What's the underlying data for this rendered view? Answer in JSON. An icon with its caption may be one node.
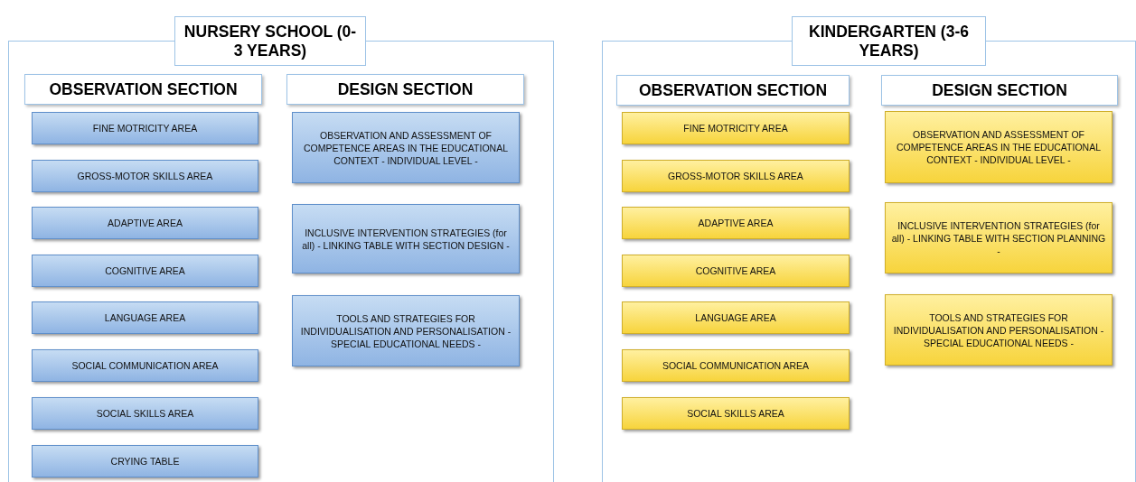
{
  "diagram": {
    "nodes": [
      {
        "text": [
          "NURSERY SCHOOL (0-3 YEARS)"
        ]
      },
      {
        "text": [
          "OBSERVATION SECTION"
        ],
        "in": 0
      },
      {
        "text": [
          "FINE MOTRICITY AREA"
        ],
        "in": 0
      },
      {
        "text": [
          "GROSS-MOTOR SKILLS AREA"
        ],
        "in": 0
      },
      {
        "text": [
          "ADAPTIVE AREA"
        ],
        "in": 0
      },
      {
        "text": [
          "COGNITIVE AREA"
        ],
        "in": 0
      },
      {
        "text": [
          "LANGUAGE AREA"
        ],
        "in": 0
      },
      {
        "text": [
          "SOCIAL COMMUNICATION AREA"
        ],
        "in": 0
      },
      {
        "text": [
          "SOCIAL SKILLS AREA"
        ],
        "in": 0
      },
      {
        "text": [
          "CRYING TABLE"
        ],
        "in": 0
      },
      {
        "text": [
          "DESIGN SECTION"
        ],
        "in": 0
      },
      {
        "text": [
          "OBSERVATION AND ASSESSMENT OF COMPETENCE AREAS IN THE EDUCATIONAL CONTEXT - INDIVIDUAL LEVEL -"
        ],
        "in": 0
      },
      {
        "text": [
          "INCLUSIVE INTERVENTION STRATEGIES (for all) - LINKING TABLE WITH SECTION DESIGN -"
        ],
        "in": 0
      },
      {
        "text": [
          "TOOLS AND STRATEGIES FOR INDIVIDUALISATION AND PERSONALISATION - SPECIAL EDUCATIONAL NEEDS -"
        ],
        "in": 0
      },
      {
        "text": [
          "KINDERGARTEN (3-6 YEARS)"
        ]
      },
      {
        "text": [
          "OBSERVATION SECTION"
        ],
        "in": 14
      },
      {
        "text": [
          "FINE MOTRICITY AREA"
        ],
        "in": 14
      },
      {
        "text": [
          "GROSS-MOTOR SKILLS AREA"
        ],
        "in": 14
      },
      {
        "text": [
          "ADAPTIVE AREA"
        ],
        "in": 14
      },
      {
        "text": [
          "COGNITIVE AREA"
        ],
        "in": 14
      },
      {
        "text": [
          "LANGUAGE AREA"
        ],
        "in": 14
      },
      {
        "text": [
          "SOCIAL COMMUNICATION AREA"
        ],
        "in": 14
      },
      {
        "text": [
          "SOCIAL SKILLS AREA"
        ],
        "in": 14
      },
      {
        "text": [
          "DESIGN SECTION"
        ],
        "in": 14
      },
      {
        "text": [
          "OBSERVATION AND ASSESSMENT OF COMPETENCE AREAS IN THE EDUCATIONAL CONTEXT - INDIVIDUAL LEVEL -"
        ],
        "in": 14
      },
      {
        "text": [
          "INCLUSIVE INTERVENTION STRATEGIES (for all) - LINKING TABLE WITH SECTION PLANNING -"
        ],
        "in": 14
      },
      {
        "text": [
          "TOOLS AND STRATEGIES FOR INDIVIDUALISATION AND PERSONALISATION - SPECIAL EDUCATIONAL NEEDS -"
        ],
        "in": 14
      }
    ],
    "edges": []
  }
}
